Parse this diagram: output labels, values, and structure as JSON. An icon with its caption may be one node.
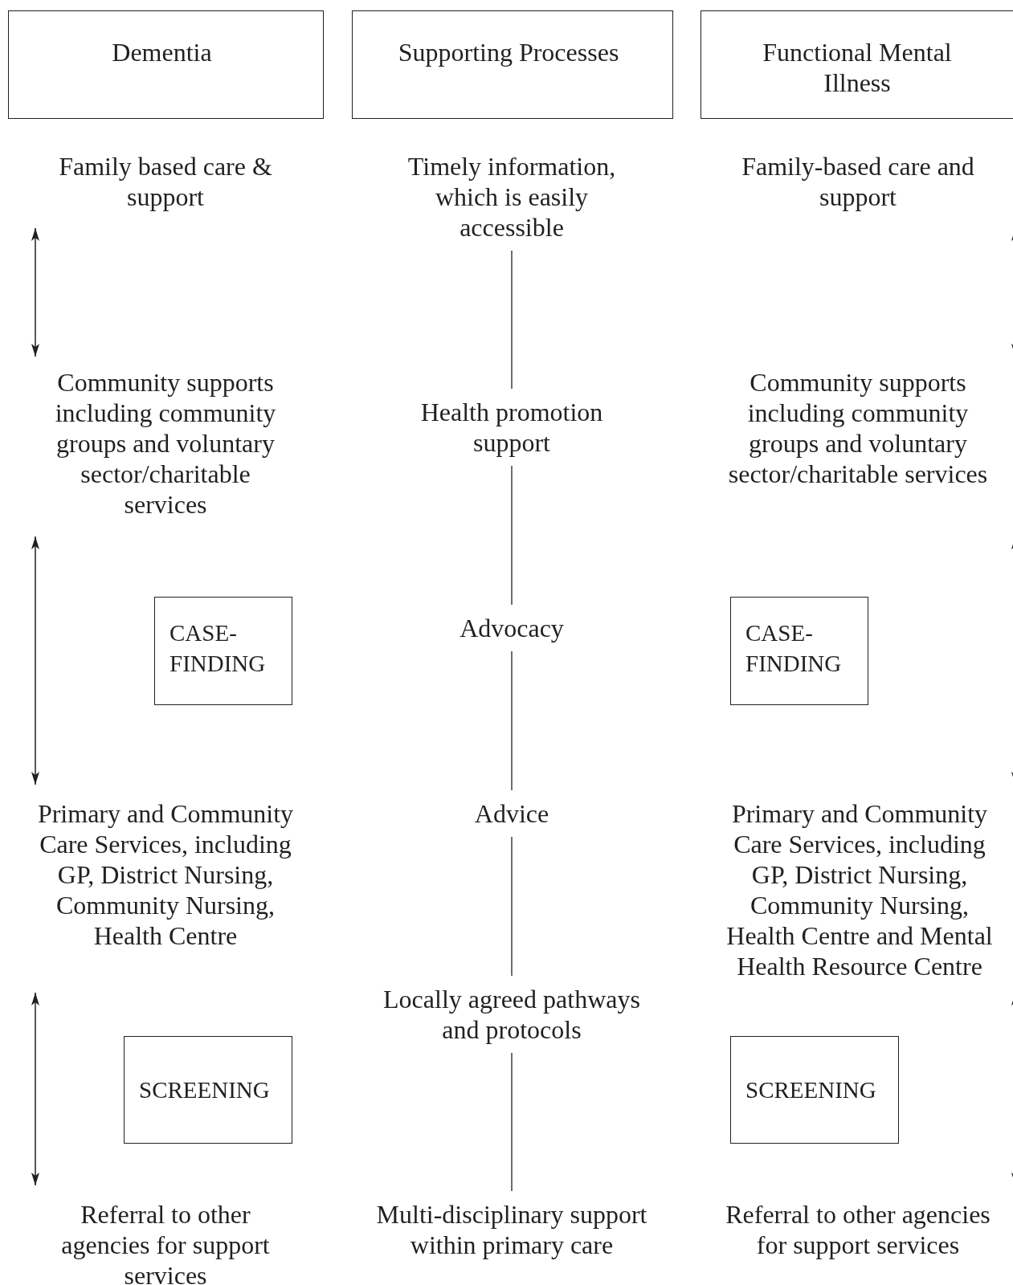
{
  "diagram": {
    "nodes": [
      {
        "text": [
          "Dementia"
        ]
      },
      {
        "text": [
          "Supporting Processes"
        ]
      },
      {
        "text": [
          "Functional Mental Illness"
        ]
      },
      {
        "text": [
          "Family based care & support"
        ]
      },
      {
        "text": [
          "Timely information, which is easily accessible"
        ]
      },
      {
        "text": [
          "Family-based care and support"
        ]
      },
      {
        "text": [
          "Community supports including community groups and voluntary sector/charitable services"
        ]
      },
      {
        "text": [
          "Health promotion support"
        ]
      },
      {
        "text": [
          "Community supports including community groups and voluntary sector/charitable services"
        ]
      },
      {
        "text": [
          "CASE-FINDING"
        ]
      },
      {
        "text": [
          "Advocacy"
        ]
      },
      {
        "text": [
          "CASE-FINDING"
        ]
      },
      {
        "text": [
          "Primary and Community Care Services, including GP, District Nursing, Community Nursing, Health Centre"
        ]
      },
      {
        "text": [
          "Advice"
        ]
      },
      {
        "text": [
          "Primary and Community Care Services, including GP, District Nursing, Community Nursing, Health Centre and Mental Health Resource Centre"
        ]
      },
      {
        "text": [
          "Locally agreed pathways and protocols"
        ]
      },
      {
        "text": [
          "SCREENING"
        ]
      },
      {
        "text": [
          "SCREENING"
        ]
      },
      {
        "text": [
          "Referral to other agencies for support services"
        ]
      },
      {
        "text": [
          "Multi-disciplinary support within primary care"
        ]
      },
      {
        "text": [
          "Referral to other agencies for support services"
        ]
      }
    ],
    "edges": [
      {
        "from": 4,
        "to": 7,
        "arrow": "none"
      },
      {
        "from": 7,
        "to": 10,
        "arrow": "none"
      },
      {
        "from": 10,
        "to": 13,
        "arrow": "none"
      },
      {
        "from": 13,
        "to": 15,
        "arrow": "none"
      },
      {
        "from": 15,
        "to": 19,
        "arrow": "none"
      }
    ]
  }
}
